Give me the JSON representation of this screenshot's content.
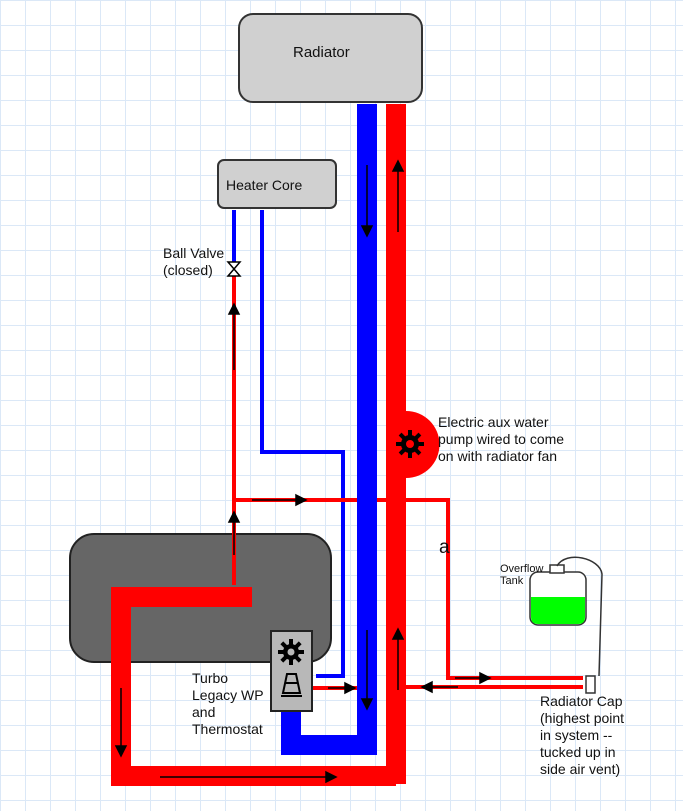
{
  "components": {
    "radiator": "Radiator",
    "heater_core": "Heater Core",
    "overflow_tank": "Overflow\nTank",
    "wp_thermostat": "Turbo\nLegacy WP\nand\nThermostat"
  },
  "labels": {
    "ball_valve": "Ball Valve\n(closed)",
    "aux_pump": "Electric aux water\npump wired to come\non with radiator fan",
    "point_a": "a",
    "radiator_cap": "Radiator Cap\n(highest point\nin system --\ntucked up in\nside air vent)"
  },
  "colors": {
    "hot_line": "#ff0000",
    "cold_line": "#0000ff",
    "box_fill": "#d0d0d0",
    "engine_fill": "#666666",
    "coolant": "#00ff00",
    "arrow": "#000000"
  }
}
